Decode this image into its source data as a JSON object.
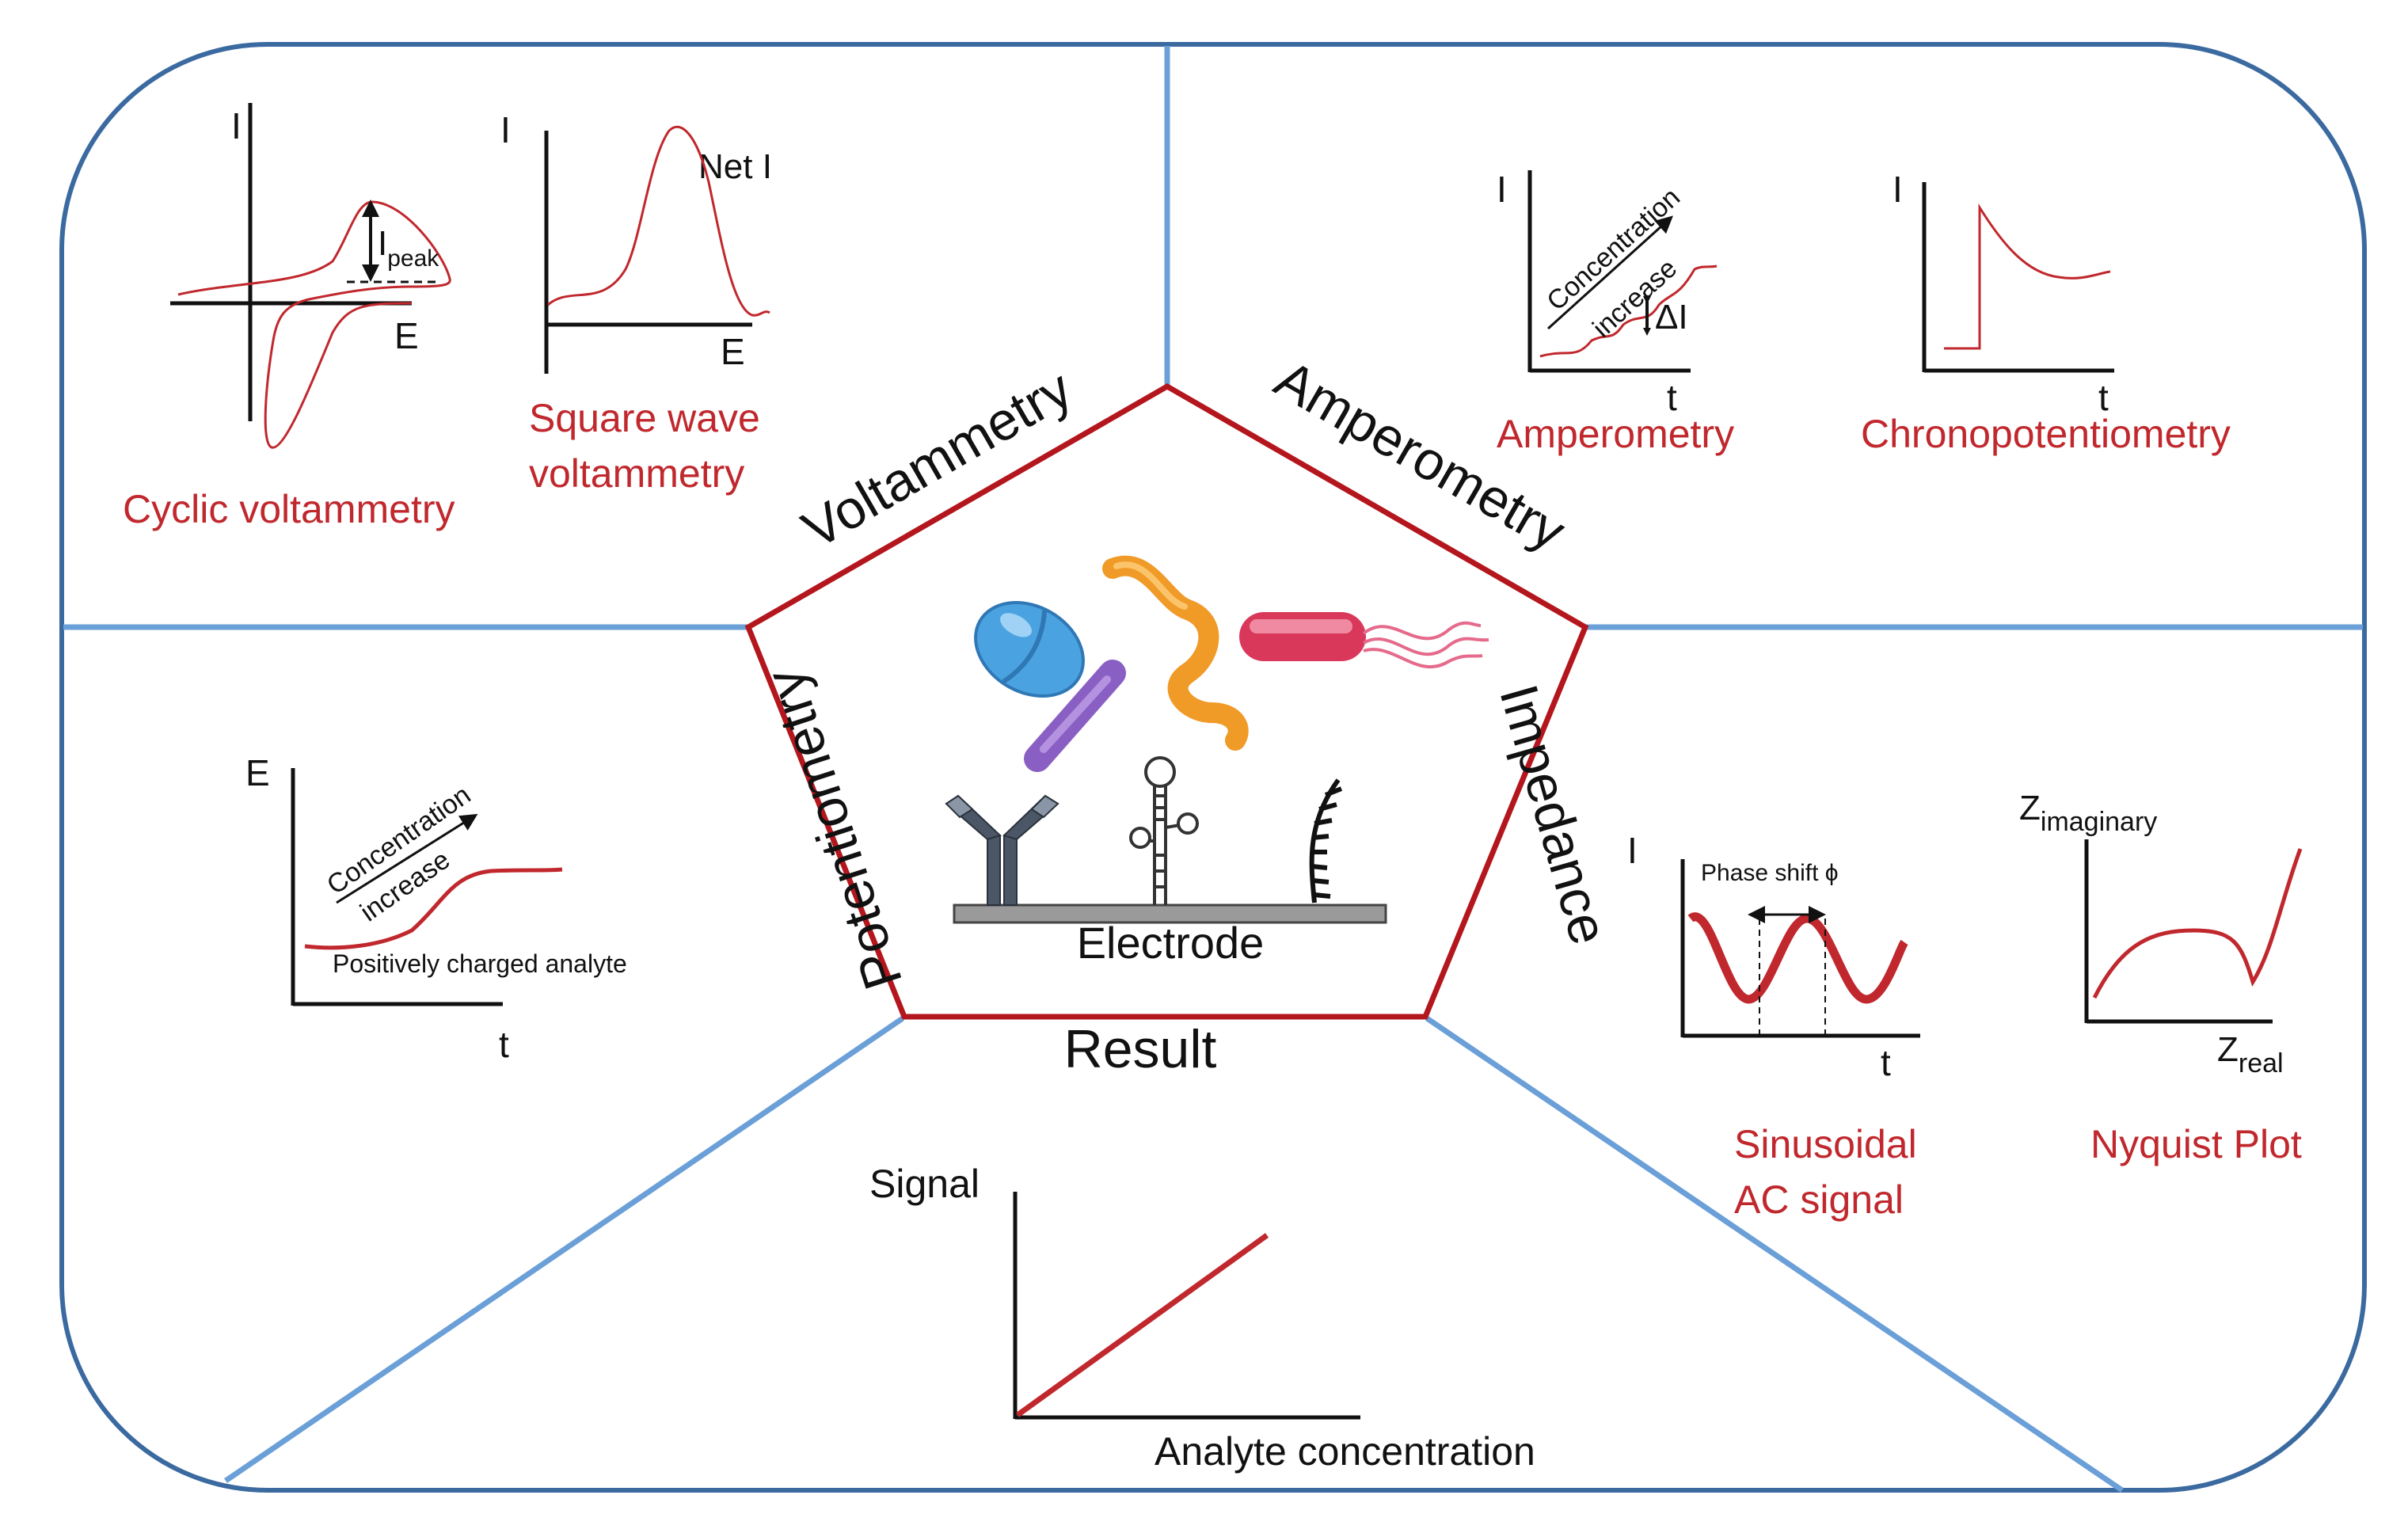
{
  "colors": {
    "frame": "#3b6aa0",
    "divider": "#6a9fd8",
    "accent_red": "#c0282d",
    "pentagon": "#b4161d",
    "text": "#111111"
  },
  "pentagon_labels": {
    "top_left": "Voltammetry",
    "top_right": "Amperometry",
    "right": "Impedance",
    "left": "Potentiometry",
    "bottom": "Result"
  },
  "center": {
    "electrode_label": "Electrode"
  },
  "panels": {
    "cyclic_voltammetry": {
      "caption": "Cyclic voltammetry",
      "y_label": "I",
      "x_label": "E",
      "peak_label_main": "I",
      "peak_label_sub": "peak"
    },
    "square_wave": {
      "caption_line1": "Square wave",
      "caption_line2": "voltammetry",
      "y_label": "I",
      "x_label": "E",
      "net_label": "Net I"
    },
    "amperometry": {
      "caption": "Amperometry",
      "y_label": "I",
      "x_label": "t",
      "arrow_line1": "Concentration",
      "arrow_line2": "increase",
      "delta_label": "ΔI"
    },
    "chronopotentiometry": {
      "caption": "Chronopotentiometry",
      "y_label": "I",
      "x_label": "t"
    },
    "potentiometry": {
      "y_label": "E",
      "x_label": "t",
      "arrow_line1": "Concentration",
      "arrow_line2": "increase",
      "note": "Positively charged analyte"
    },
    "sinusoidal": {
      "caption_line1": "Sinusoidal",
      "caption_line2": "AC signal",
      "y_label": "I",
      "x_label": "t",
      "phase_label": "Phase shift ϕ"
    },
    "nyquist": {
      "caption": "Nyquist Plot",
      "y_label_main": "Z",
      "y_label_sub": "imaginary",
      "x_label_main": "Z",
      "x_label_sub": "real"
    },
    "result": {
      "y_label": "Signal",
      "x_label": "Analyte concentration"
    }
  }
}
